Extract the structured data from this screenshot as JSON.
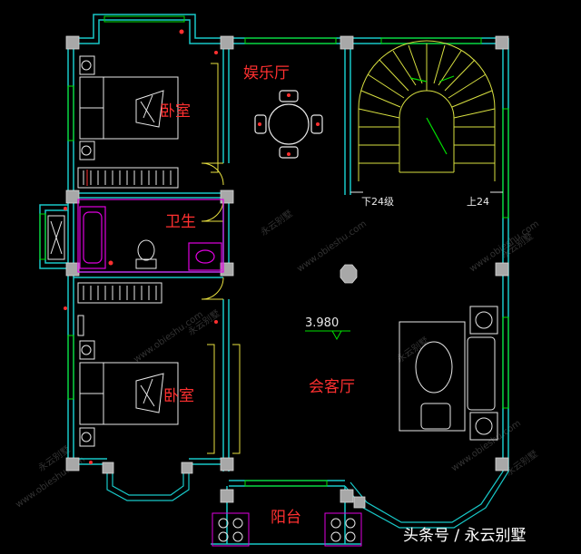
{
  "labels": {
    "bedroom_top": "卧室",
    "entertainment": "娱乐厅",
    "bathroom": "卫生",
    "bedroom_bottom": "卧室",
    "living": "会客厅",
    "balcony": "阳台"
  },
  "stairs": {
    "down": "下24级",
    "up": "上24"
  },
  "elevation": "3.980",
  "watermark": {
    "logo": "永云别墅",
    "url": "www.obieshu.com"
  },
  "footer": "头条号 / 永云别墅",
  "colors": {
    "wall": "#18c8c8",
    "label": "#ff3030",
    "door": "#e8e040",
    "furniture": "#e8e8e8",
    "bath": "#e000e0",
    "stair": "#d8e040",
    "window": "#00e000",
    "column": "#a8a8a8"
  }
}
